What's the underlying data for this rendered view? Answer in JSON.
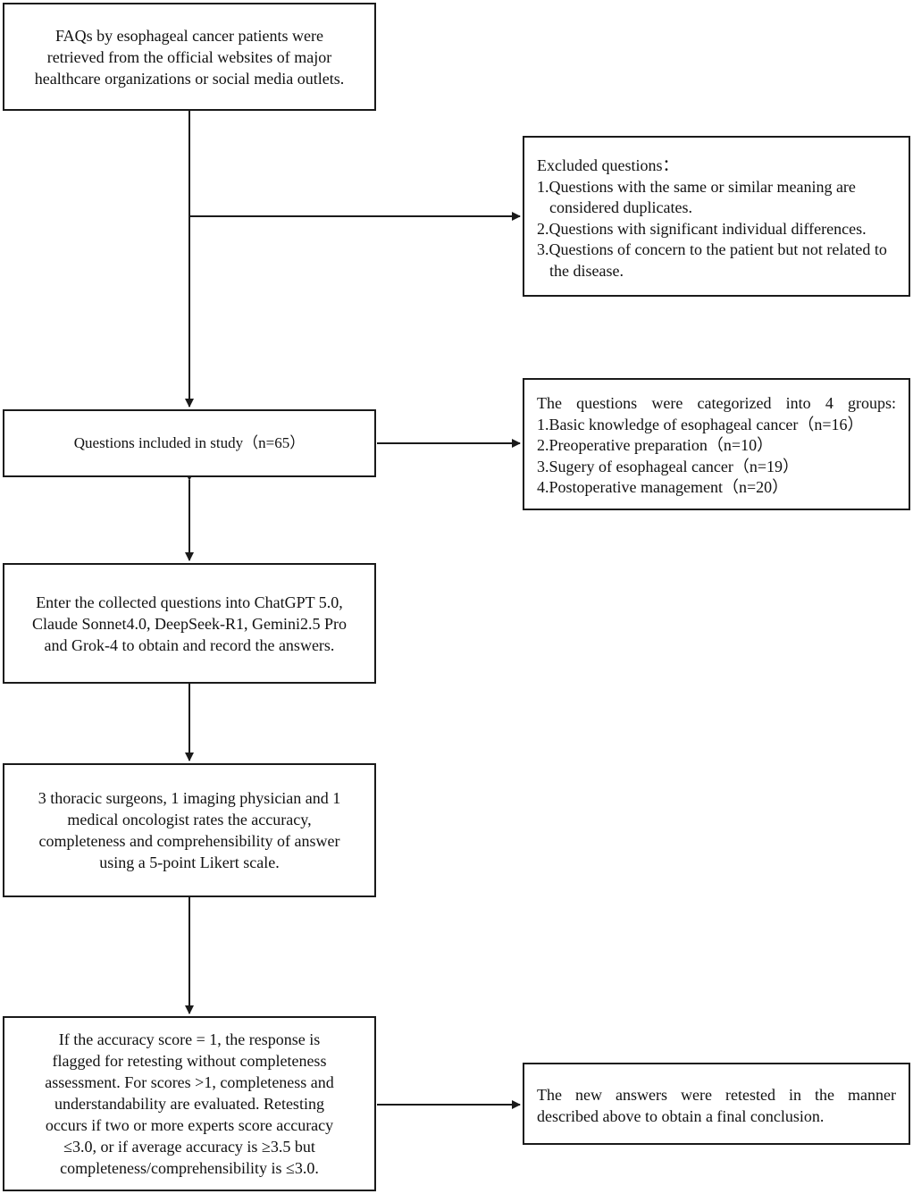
{
  "flowchart": {
    "step1": {
      "lines": [
        "FAQs by esophageal cancer patients were",
        "retrieved from the official websites of major",
        "healthcare organizations or social media outlets."
      ]
    },
    "excluded": {
      "heading": "Excluded questions：",
      "items": [
        "1.Questions with the same or similar meaning are considered duplicates.",
        "2.Questions with significant individual differences.",
        "3.Questions of concern to the patient but not related to the disease."
      ]
    },
    "step2": {
      "text": "Questions included in study（n=65）"
    },
    "categories": {
      "heading": "The questions were categorized into 4 groups:",
      "items": [
        "1.Basic knowledge of esophageal cancer（n=16）",
        "2.Preoperative preparation（n=10）",
        "3.Sugery of esophageal cancer（n=19）",
        "4.Postoperative management（n=20）"
      ]
    },
    "step3": {
      "lines": [
        "Enter the collected questions into ChatGPT 5.0,",
        "Claude Sonnet4.0, DeepSeek-R1, Gemini2.5 Pro",
        "and Grok-4 to obtain and record the answers."
      ]
    },
    "step4": {
      "lines": [
        "3 thoracic surgeons, 1 imaging physician and 1",
        "medical oncologist rates the accuracy,",
        "completeness and comprehensibility of answer",
        "using a 5-point Likert scale."
      ]
    },
    "step5": {
      "lines": [
        "If the accuracy score = 1, the response is",
        "flagged for retesting without completeness",
        "assessment. For scores >1, completeness and",
        "understandability are evaluated. Retesting",
        "occurs if two or more experts score accuracy",
        "≤3.0, or if average accuracy is ≥3.5 but",
        "completeness/comprehensibility is ≤3.0."
      ]
    },
    "retest": {
      "lines": [
        "The new answers were retested in the manner",
        "described above to obtain a final conclusion."
      ]
    }
  }
}
